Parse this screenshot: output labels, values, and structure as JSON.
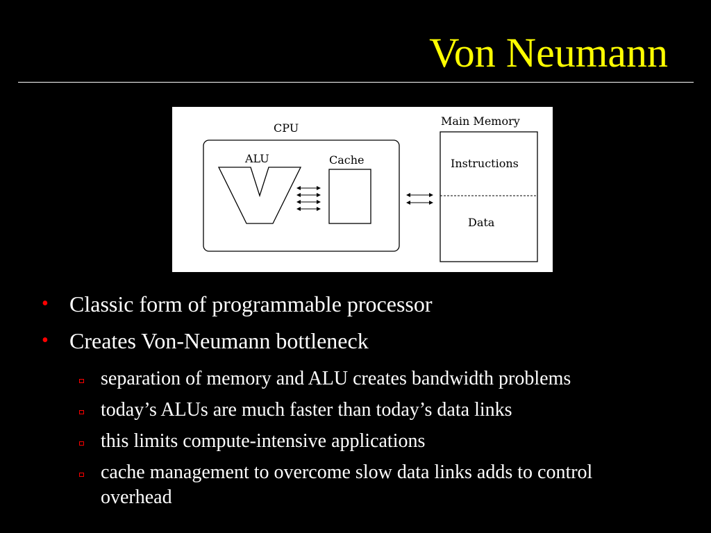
{
  "slide": {
    "title": "Von Neumann"
  },
  "diagram": {
    "cpu_label": "CPU",
    "alu_label": "ALU",
    "cache_label": "Cache",
    "main_memory_label": "Main Memory",
    "instructions_label": "Instructions",
    "data_label": "Data"
  },
  "bullets": [
    {
      "text": "Classic form of programmable processor",
      "subitems": []
    },
    {
      "text": "Creates Von-Neumann bottleneck",
      "subitems": [
        "separation of memory and ALU creates bandwidth problems",
        "today’s ALUs are much faster than today’s data links",
        "this limits compute-intensive applications",
        "cache management to overcome slow data links adds to control overhead"
      ]
    }
  ],
  "colors": {
    "background": "#000000",
    "title": "#ffff00",
    "text": "#ffffff",
    "bullet": "#ff0000",
    "diagram_bg": "#ffffff"
  }
}
